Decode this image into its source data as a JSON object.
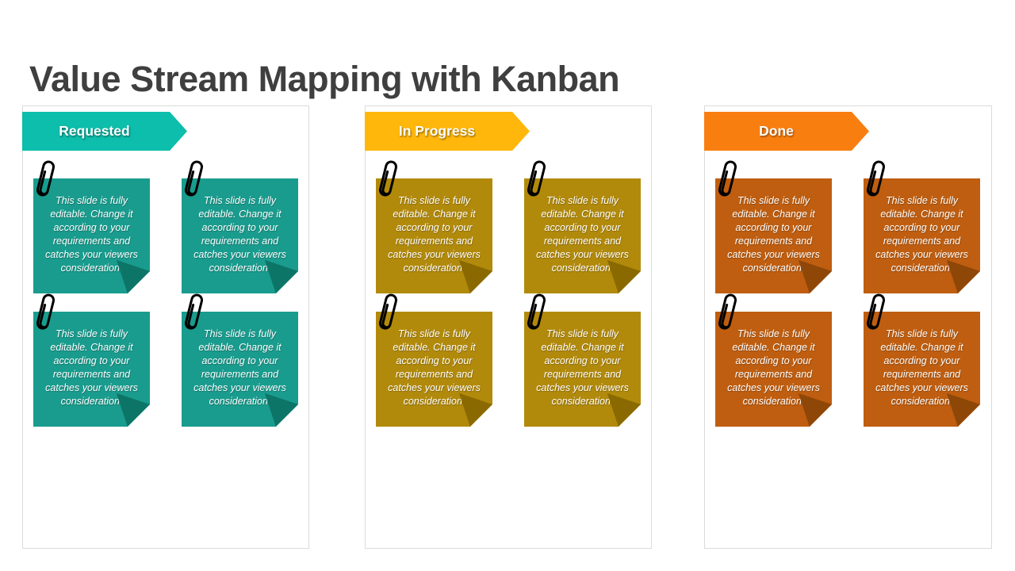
{
  "title": "Value Stream Mapping with Kanban",
  "colors": {
    "title": "#3F3F3F",
    "column_border": "#DBDBDB",
    "background": "#FFFFFF",
    "paperclip": "#000000"
  },
  "columns": [
    {
      "id": "requested",
      "label": "Requested",
      "colors": {
        "header": "#0CBEAB",
        "note": "#199C8E",
        "fold": "#0D7568"
      },
      "notes": [
        {
          "text": "This slide is fully editable. Change it according to your requirements and catches your viewers consideration."
        },
        {
          "text": "This slide is fully editable. Change it according to your requirements and catches your viewers consideration."
        },
        {
          "text": "This slide is fully editable. Change it according to your requirements and catches your viewers consideration."
        },
        {
          "text": "This slide is fully editable. Change it according to your requirements and catches your viewers consideration."
        }
      ]
    },
    {
      "id": "in-progress",
      "label": "In Progress",
      "colors": {
        "header": "#FFB70B",
        "note": "#B28A0B",
        "fold": "#8A6A00"
      },
      "notes": [
        {
          "text": "This slide is fully editable. Change it according to your requirements and catches your viewers consideration."
        },
        {
          "text": "This slide is fully editable. Change it according to your requirements and catches your viewers consideration."
        },
        {
          "text": "This slide is fully editable. Change it according to your requirements and catches your viewers consideration."
        },
        {
          "text": "This slide is fully editable. Change it according to your requirements and catches your viewers consideration."
        }
      ]
    },
    {
      "id": "done",
      "label": "Done",
      "colors": {
        "header": "#F97E10",
        "note": "#BF5E10",
        "fold": "#8F4708"
      },
      "notes": [
        {
          "text": "This slide is fully editable. Change it according to your requirements and catches your viewers consideration."
        },
        {
          "text": "This slide is fully editable. Change it according to your requirements and catches your viewers consideration."
        },
        {
          "text": "This slide is fully editable. Change it according to your requirements and catches your viewers consideration."
        },
        {
          "text": "This slide is fully editable. Change it according to your requirements and catches your viewers consideration."
        }
      ]
    }
  ]
}
